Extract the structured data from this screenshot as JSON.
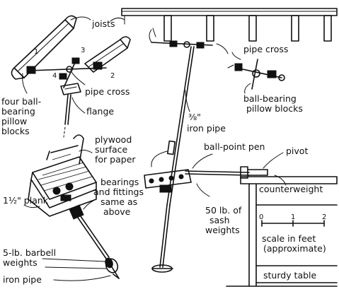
{
  "labels": {
    "joists": "joists",
    "pipe_cross_left": "pipe cross",
    "four_ball_bearing": [
      "four ball-",
      "bearing",
      "pillow",
      "blocks"
    ],
    "flange": "flange",
    "plywood": [
      "plywood",
      "surface",
      "for paper"
    ],
    "plank": "1½\" plank",
    "bearings_fittings": [
      "bearings",
      "and fittings",
      "same as",
      "above"
    ],
    "barbell": [
      "5-lb. barbell",
      "weights"
    ],
    "iron_pipe_bottom": "iron pipe",
    "iron_pipe_mid": [
      "⅜\"",
      "iron pipe"
    ],
    "pipe_cross_right": "pipe cross",
    "ball_bearing_right": [
      "ball-bearing",
      "pillow blocks"
    ],
    "ball_point_pen": "ball-point pen",
    "pivot": "pivot",
    "counterweight": "counterweight",
    "sash_weights": [
      "50 lb. of",
      "sash",
      "weights"
    ],
    "scale": [
      "scale in feet",
      "(approximate)"
    ],
    "scale_ticks": [
      "0",
      "1",
      "2"
    ],
    "sturdy_table": "sturdy table",
    "numbers": [
      "1",
      "2",
      "3",
      "4"
    ]
  }
}
